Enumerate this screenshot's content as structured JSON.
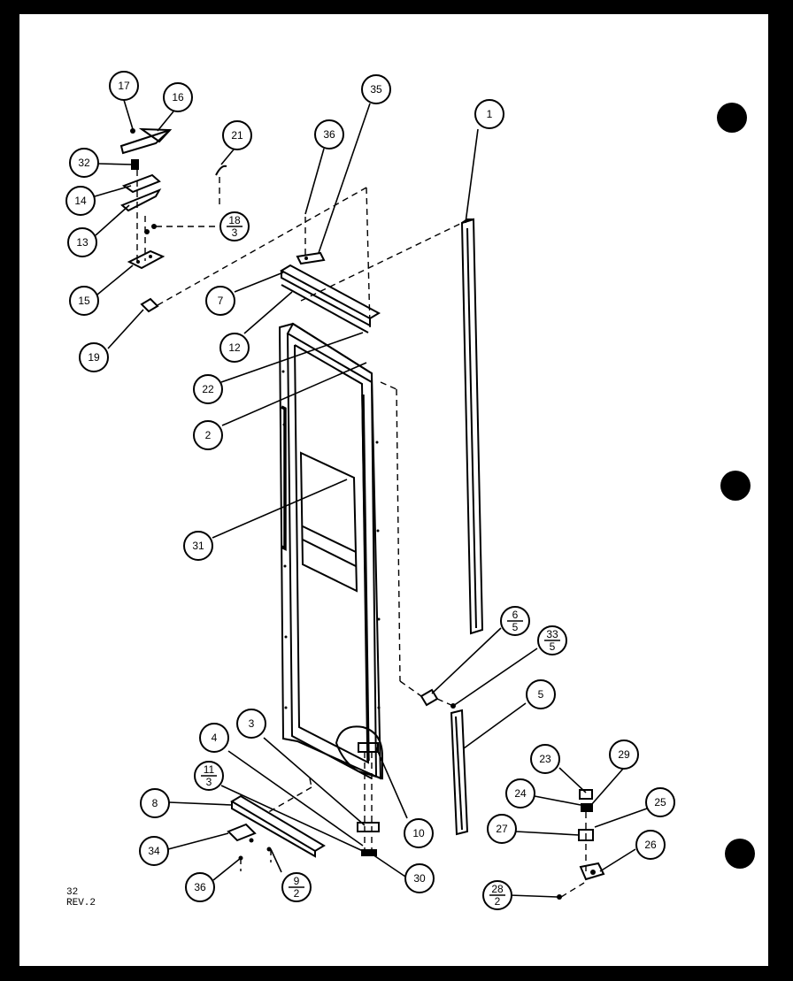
{
  "sheet": {
    "code": "32",
    "revision": "REV.2"
  },
  "colors": {
    "paper": "#ffffff",
    "ink": "#000000",
    "border": "#000000"
  },
  "callouts": [
    {
      "id": "c17",
      "label": "17"
    },
    {
      "id": "c16",
      "label": "16"
    },
    {
      "id": "c32",
      "label": "32"
    },
    {
      "id": "c14",
      "label": "14"
    },
    {
      "id": "c13",
      "label": "13"
    },
    {
      "id": "c15",
      "label": "15"
    },
    {
      "id": "c19",
      "label": "19"
    },
    {
      "id": "c21",
      "label": "21"
    },
    {
      "id": "c18",
      "label": "18",
      "qty": "3"
    },
    {
      "id": "c35",
      "label": "35"
    },
    {
      "id": "c36a",
      "label": "36"
    },
    {
      "id": "c7",
      "label": "7"
    },
    {
      "id": "c12",
      "label": "12"
    },
    {
      "id": "c22",
      "label": "22"
    },
    {
      "id": "c2",
      "label": "2"
    },
    {
      "id": "c1",
      "label": "1"
    },
    {
      "id": "c31",
      "label": "31"
    },
    {
      "id": "c6",
      "label": "6",
      "qty": "5"
    },
    {
      "id": "c33",
      "label": "33",
      "qty": "5"
    },
    {
      "id": "c5",
      "label": "5"
    },
    {
      "id": "c3",
      "label": "3"
    },
    {
      "id": "c4",
      "label": "4"
    },
    {
      "id": "c11",
      "label": "11",
      "qty": "3"
    },
    {
      "id": "c8",
      "label": "8"
    },
    {
      "id": "c34",
      "label": "34"
    },
    {
      "id": "c36b",
      "label": "36"
    },
    {
      "id": "c9",
      "label": "9",
      "qty": "2"
    },
    {
      "id": "c10",
      "label": "10"
    },
    {
      "id": "c30",
      "label": "30"
    },
    {
      "id": "c23",
      "label": "23"
    },
    {
      "id": "c29",
      "label": "29"
    },
    {
      "id": "c24",
      "label": "24"
    },
    {
      "id": "c25",
      "label": "25"
    },
    {
      "id": "c27",
      "label": "27"
    },
    {
      "id": "c26",
      "label": "26"
    },
    {
      "id": "c28",
      "label": "28",
      "qty": "2"
    }
  ]
}
